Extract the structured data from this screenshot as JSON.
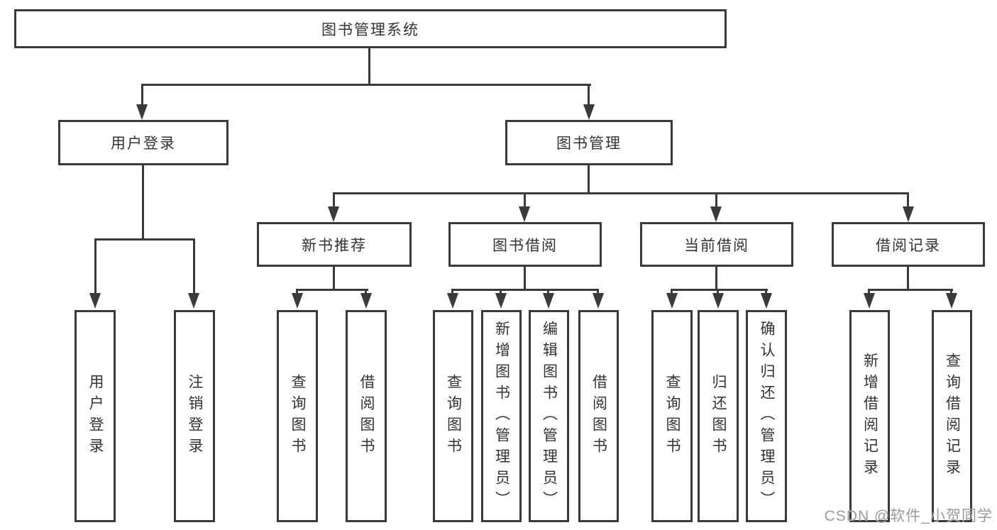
{
  "diagram": {
    "root": {
      "label": "图书管理系统"
    },
    "level2": [
      {
        "label": "用户登录"
      },
      {
        "label": "图书管理"
      }
    ],
    "level3": [
      {
        "label": "新书推荐"
      },
      {
        "label": "图书借阅"
      },
      {
        "label": "当前借阅"
      },
      {
        "label": "借阅记录"
      }
    ],
    "leaves": {
      "user_login": [
        {
          "label": "用户登录"
        },
        {
          "label": "注销登录"
        }
      ],
      "new_book": [
        {
          "label": "查询图书"
        },
        {
          "label": "借阅图书"
        }
      ],
      "book_borrow": [
        {
          "label": "查询图书"
        },
        {
          "label": "新增图书（管理员）"
        },
        {
          "label": "编辑图书（管理员）"
        },
        {
          "label": "借阅图书"
        }
      ],
      "current_borrow": [
        {
          "label": "查询图书"
        },
        {
          "label": "归还图书"
        },
        {
          "label": "确认归还（管理员）"
        }
      ],
      "borrow_record": [
        {
          "label": "新增借阅记录"
        },
        {
          "label": "查询借阅记录"
        }
      ]
    }
  },
  "watermark": {
    "text": "CSDN @软件_小贺同学"
  },
  "colors": {
    "line": "#3a3a3a",
    "text": "#333333",
    "bg": "#ffffff",
    "watermark": "#9b9b9b"
  }
}
